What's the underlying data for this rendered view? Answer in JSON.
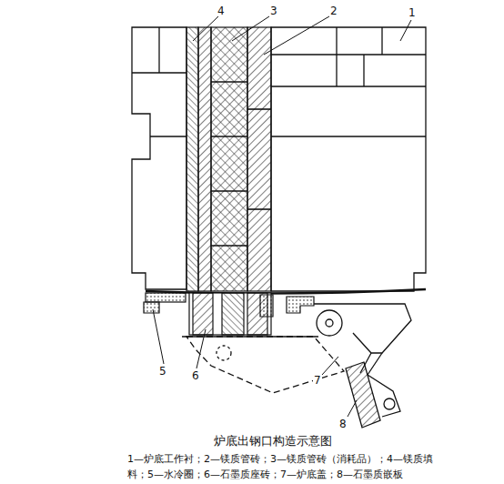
{
  "diagram": {
    "title": "炉底出钢口构造示意图",
    "caption": "1—炉底工作衬；2—镁质管砖；3—镁质管砖（消耗品）；4—镁质填料；5—水冷圈；6—石墨质座砖；7—炉底盖；8—石墨质嵌板",
    "labels": [
      "1",
      "2",
      "3",
      "4",
      "5",
      "6",
      "7",
      "8"
    ]
  }
}
